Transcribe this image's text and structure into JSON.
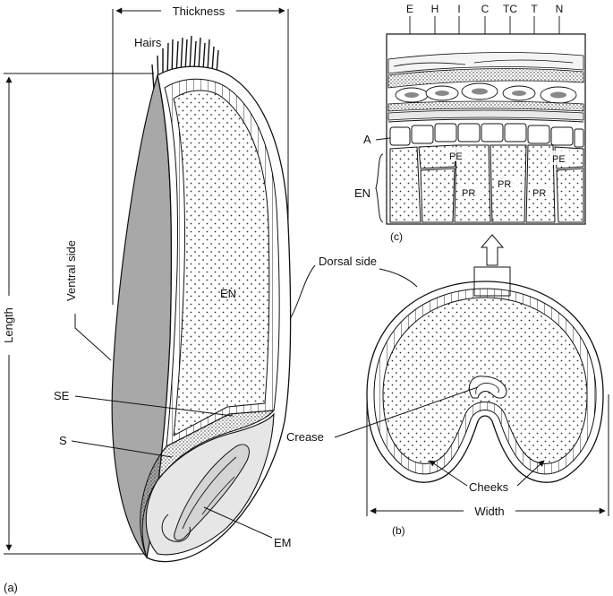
{
  "labels": {
    "thickness": "Thickness",
    "hairs": "Hairs",
    "length": "Length",
    "ventral_side": "Ventral side",
    "en_a": "EN",
    "se": "SE",
    "s": "S",
    "em": "EM",
    "panel_a": "(a)",
    "dorsal_side": "Dorsal side",
    "crease": "Crease",
    "cheeks": "Cheeks",
    "width": "Width",
    "panel_b": "(b)",
    "panel_c": "(c)",
    "top_e": "E",
    "top_h": "H",
    "top_i": "I",
    "top_c": "C",
    "top_tc": "TC",
    "top_t": "T",
    "top_n": "N",
    "a_layer": "A",
    "en_c": "EN",
    "pe_left": "PE",
    "pe_right": "PE",
    "pr_1": "PR",
    "pr_2": "PR",
    "pr_3": "PR"
  }
}
